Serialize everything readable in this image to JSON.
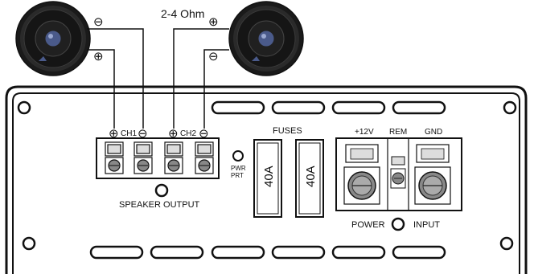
{
  "impedance_label": "2-4 Ohm",
  "speakers": [
    {
      "id": "left",
      "top_terminal": "⊖",
      "bottom_terminal": "⊕"
    },
    {
      "id": "right",
      "top_terminal": "⊕",
      "bottom_terminal": "⊖"
    }
  ],
  "speaker_output": {
    "ch1": {
      "plus": "⊕",
      "label": "CH1",
      "minus": "⊖"
    },
    "ch2": {
      "plus": "⊕",
      "label": "CH2",
      "minus": "⊖"
    },
    "label": "SPEAKER OUTPUT"
  },
  "protection": {
    "line1": "PWR",
    "line2": "PRT"
  },
  "fuses": {
    "title": "FUSES",
    "items": [
      "40A",
      "40A"
    ]
  },
  "power_input": {
    "terminals": [
      "+12V",
      "REM",
      "GND"
    ],
    "power_label": "POWER",
    "input_label": "INPUT"
  },
  "colors": {
    "line": "#111111",
    "panel": "#ffffff",
    "speaker_body": "#1a1a1a"
  }
}
